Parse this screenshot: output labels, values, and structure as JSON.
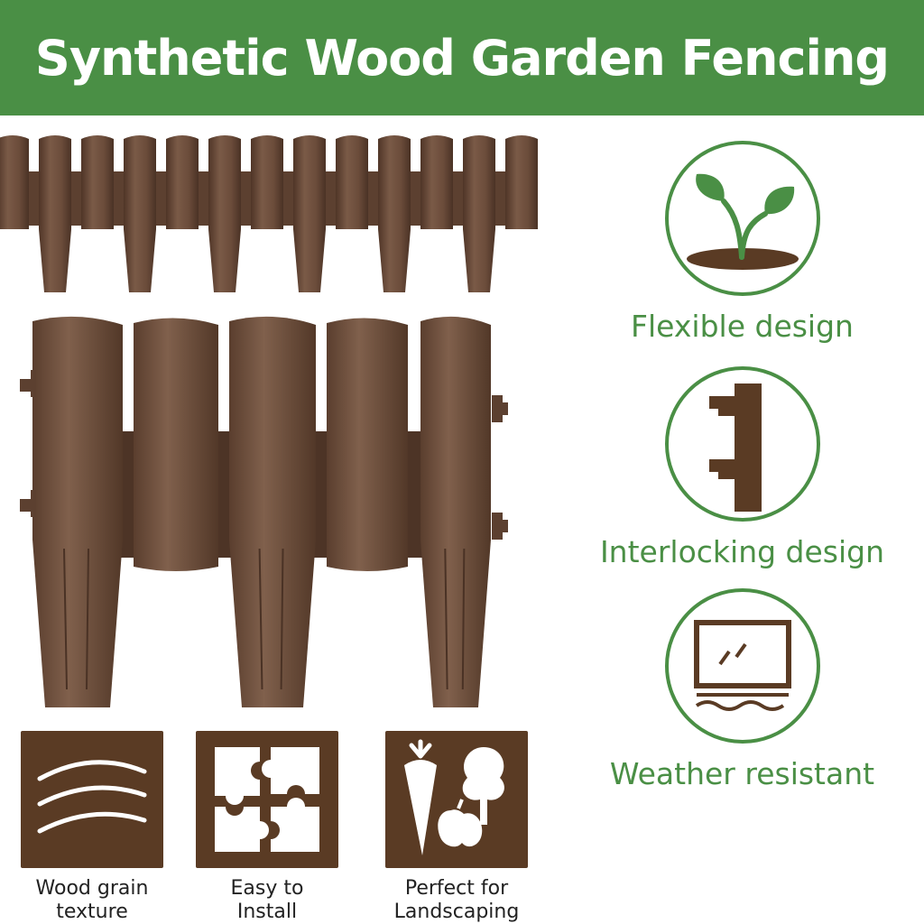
{
  "banner": {
    "title": "Synthetic Wood Garden Fencing"
  },
  "features": [
    {
      "label": "Flexible design",
      "icon": "sprout-icon"
    },
    {
      "label": "Interlocking design",
      "icon": "interlock-post-icon"
    },
    {
      "label": "Weather resistant",
      "icon": "weather-panel-icon"
    }
  ],
  "badges": [
    {
      "label": "Wood grain\ntexture",
      "icon": "wood-grain-icon"
    },
    {
      "label": "Easy to\nInstall",
      "icon": "puzzle-icon"
    },
    {
      "label": "Perfect for\nLandscaping",
      "icon": "garden-produce-icon"
    }
  ],
  "colors": {
    "brand_green": "#4a8f45",
    "fence_brown": "#6b4c3a",
    "tile_brown": "#5a3b24"
  }
}
